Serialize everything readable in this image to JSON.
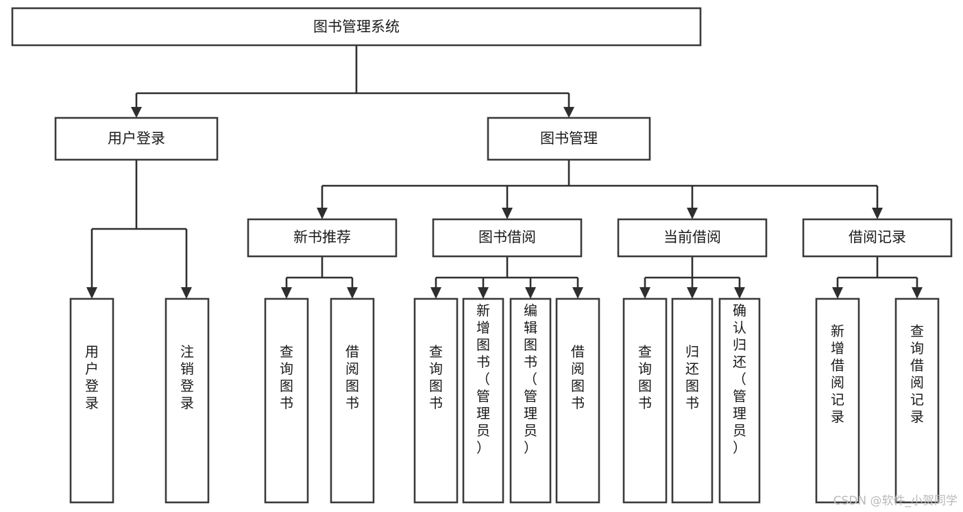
{
  "diagram": {
    "title": "图书管理系统",
    "type": "tree",
    "orientation": "top-down",
    "background_color": "#ffffff",
    "box_stroke_color": "#3a3a3a",
    "box_fill_color": "#ffffff",
    "edge_color": "#2e2e2e",
    "text_color": "#1a1a1a"
  },
  "root": {
    "label": "图书管理系统"
  },
  "level2": [
    {
      "label": "用户登录"
    },
    {
      "label": "图书管理"
    }
  ],
  "level3": [
    {
      "label": "新书推荐"
    },
    {
      "label": "图书借阅"
    },
    {
      "label": "当前借阅"
    },
    {
      "label": "借阅记录"
    }
  ],
  "leaves": {
    "user_login": [
      {
        "label": "用户登录"
      },
      {
        "label": "注销登录"
      }
    ],
    "new_book_recommend": [
      {
        "label": "查询图书"
      },
      {
        "label": "借阅图书"
      }
    ],
    "book_borrow": [
      {
        "label": "查询图书"
      },
      {
        "label": "新增图书（管理员）"
      },
      {
        "label": "编辑图书（管理员）"
      },
      {
        "label": "借阅图书"
      }
    ],
    "current_borrow": [
      {
        "label": "查询图书"
      },
      {
        "label": "归还图书"
      },
      {
        "label": "确认归还（管理员）"
      }
    ],
    "borrow_record": [
      {
        "label": "新增借阅记录"
      },
      {
        "label": "查询借阅记录"
      }
    ]
  },
  "watermark": {
    "text": "CSDN @软件_小贺同学"
  }
}
